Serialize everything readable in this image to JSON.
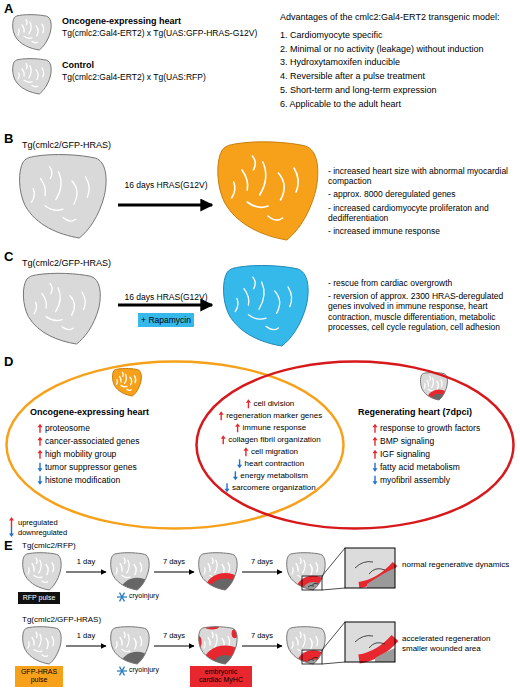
{
  "diagram": {
    "nodes": [
      {
        "text": [
          "+ Rapamycin"
        ]
      },
      {
        "text": [
          "Oncogene-expressing heart",
          "proteosome",
          "cancer-associated genes",
          "high mobility group",
          "tumor suppressor genes",
          "histone modification"
        ]
      },
      {
        "text": [
          "Regenerating heart (7dpci)",
          "response to growth factors",
          "BMP signaling",
          "IGF signaling",
          "fatty acid metabolism",
          "myofibril assembly"
        ]
      },
      {
        "text": [
          "RFP pulse"
        ]
      },
      {
        "text": [
          "GFP-HRAS pulse"
        ]
      },
      {
        "text": [
          "embryonic cardiac MyHC"
        ]
      }
    ],
    "labels": [
      "A",
      "Oncogene-expressing heart",
      "Tg(cmlc2:Gal4-ERT2) x Tg(UAS:GFP-HRAS-G12V)",
      "Control",
      "Tg(cmlc2:Gal4-ERT2) x Tg(UAS:RFP)",
      "Advantages of the cmlc2:Gal4-ERT2 transgenic model:",
      "1. Cardiomyocyte specific",
      "2. Minimal or no activity (leakage) without induction",
      "3. Hydroxytamoxifen inducible",
      "4. Reversible after a pulse treatment",
      "5. Short-term and long-term expression",
      "6. Applicable to the adult heart",
      "B",
      "Tg(cmlc2/GFP-HRAS)",
      "16 days HRAS(G12V)",
      "- increased heart size with abnormal myocardial compaction",
      "- approx. 8000 deregulated genes",
      "- increased cardiomyocyte proliferaton and dedifferentiation",
      "- increased immune response",
      "C",
      "Tg(cmlc2/GFP-HRAS)",
      "16 days HRAS(G12V)",
      "- rescue from cardiac overgrowth",
      "- reversion of approx. 2300 HRAS-deregulated genes involved in immune response, heart contraction, muscle differentiation, metabolic processes, cell cycle regulation, cell adhesion",
      "D",
      "cell division",
      "regeneration marker genes",
      "immune response",
      "collagen fibril organization",
      "cell migration",
      "heart contraction",
      "energy metabolism",
      "sarcomere organization",
      "E",
      "Tg(cmlc2/RFP)",
      "1 day",
      "7 days",
      "7 days",
      "cryoinjury",
      "normal regenerative dynamics",
      "Tg(cmlc2/GFP-HRAS)",
      "1 day",
      "7 days",
      "7 days",
      "cryoinjury",
      "accelerated regeneration smaller wounded area"
    ],
    "legend": [
      {
        "text": "upregulated",
        "color": "#e8262d"
      },
      {
        "text": "downregulated",
        "color": "#1f6fd0"
      }
    ]
  }
}
